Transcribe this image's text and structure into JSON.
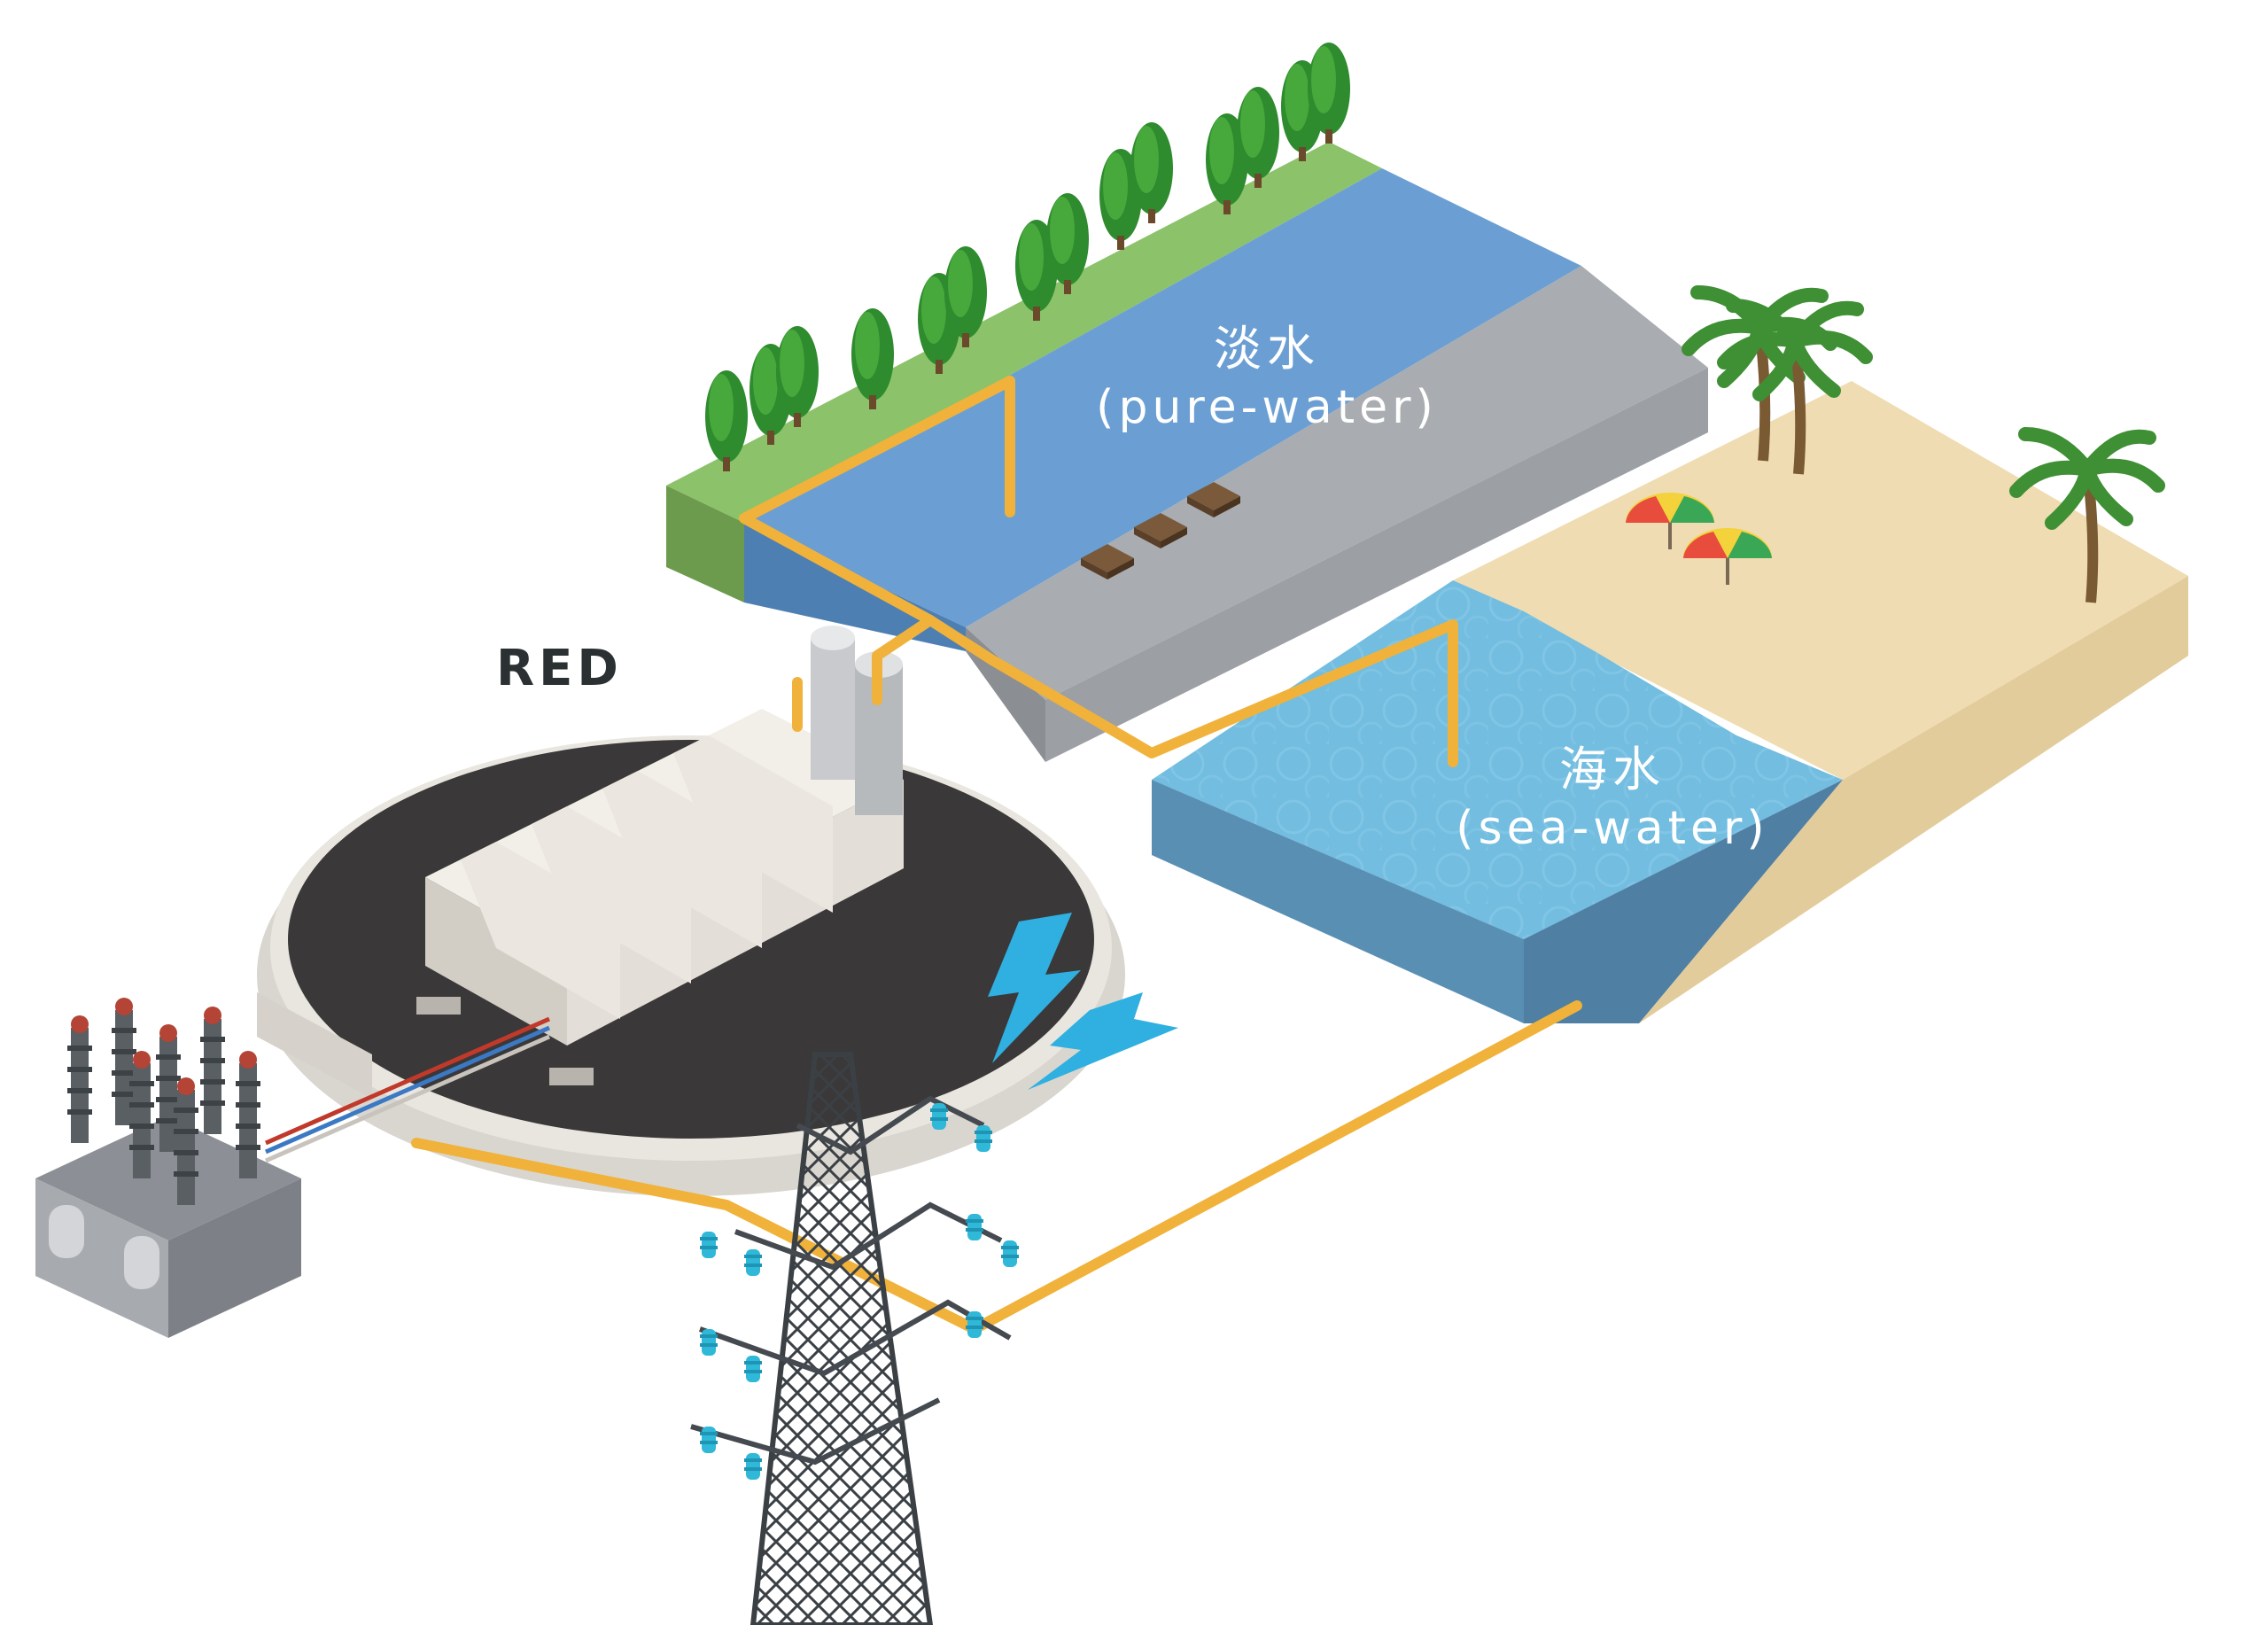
{
  "labels": {
    "red": "RED",
    "pure_water_cn": "淡水",
    "pure_water_en": "(pure-water)",
    "sea_water_cn": "海水",
    "sea_water_en": "(sea-water)"
  },
  "colors": {
    "grass": "#8cc26a",
    "river": "#6b9fd3",
    "concrete": "#a9acb1",
    "sea": "#72bde0",
    "sand": "#efdcb2",
    "pipe": "#f0b23a",
    "pond": "#3a3838",
    "lightning": "#2fb0e0",
    "tower": "#454a50"
  }
}
